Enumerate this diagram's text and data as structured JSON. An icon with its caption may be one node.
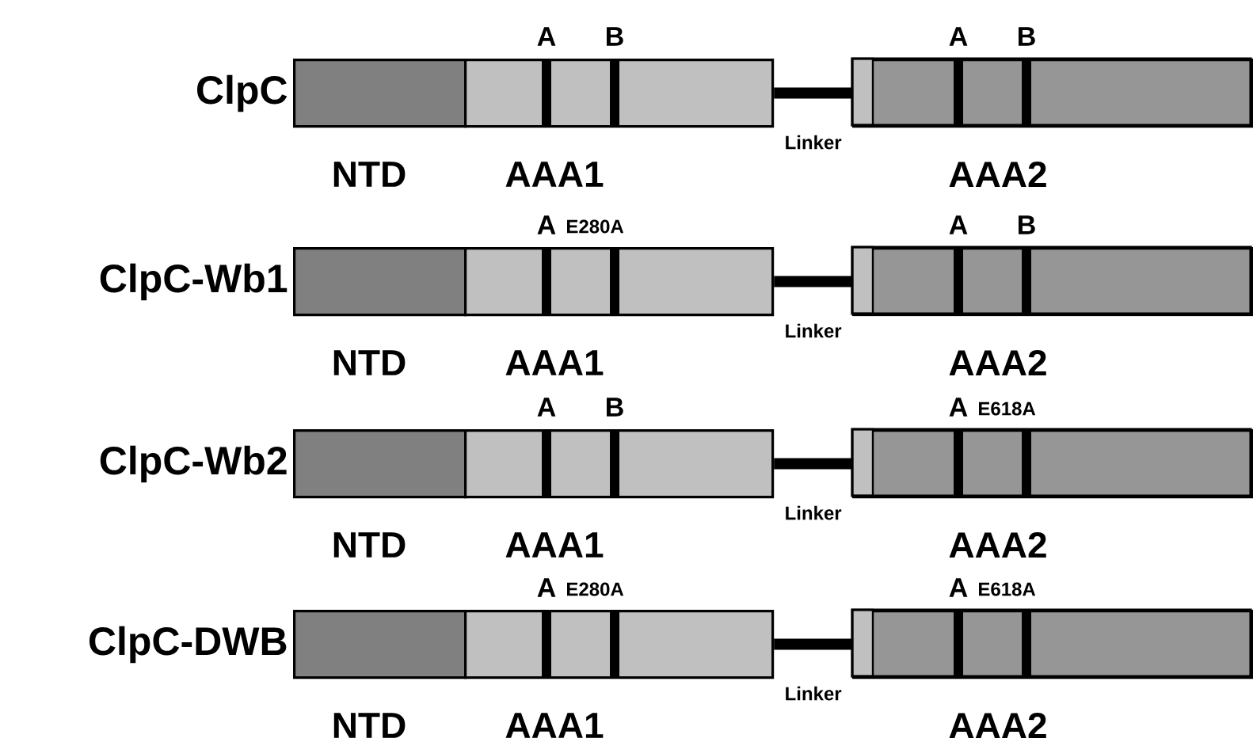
{
  "diagram": {
    "nodes": [
      {
        "text": [
          "NTD"
        ],
        "beside": [
          "ClpC"
        ]
      },
      {
        "text": [
          "AAA1"
        ],
        "beside": [
          "A",
          "B"
        ]
      },
      {
        "text": [
          "AAA2"
        ],
        "beside": [
          "A",
          "B"
        ]
      },
      {
        "text": [
          "NTD"
        ],
        "beside": [
          "ClpC-Wb1"
        ]
      },
      {
        "text": [
          "AAA1"
        ],
        "beside": [
          "A",
          "E280A"
        ]
      },
      {
        "text": [
          "AAA2"
        ],
        "beside": [
          "A",
          "B"
        ]
      },
      {
        "text": [
          "NTD"
        ],
        "beside": [
          "ClpC-Wb2"
        ]
      },
      {
        "text": [
          "AAA1"
        ],
        "beside": [
          "A",
          "B"
        ]
      },
      {
        "text": [
          "AAA2"
        ],
        "beside": [
          "A",
          "E618A"
        ]
      },
      {
        "text": [
          "NTD"
        ],
        "beside": [
          "ClpC-DWB"
        ]
      },
      {
        "text": [
          "AAA1"
        ],
        "beside": [
          "A",
          "E280A"
        ]
      },
      {
        "text": [
          "AAA2"
        ],
        "beside": [
          "A",
          "E618A"
        ]
      }
    ],
    "edges": [
      {
        "from": 1,
        "to": 2,
        "arrow": "none",
        "label": "Linker"
      },
      {
        "from": 4,
        "to": 5,
        "arrow": "none",
        "label": "Linker"
      },
      {
        "from": 7,
        "to": 8,
        "arrow": "none",
        "label": "Linker"
      },
      {
        "from": 10,
        "to": 11,
        "arrow": "none",
        "label": "Linker"
      }
    ]
  }
}
